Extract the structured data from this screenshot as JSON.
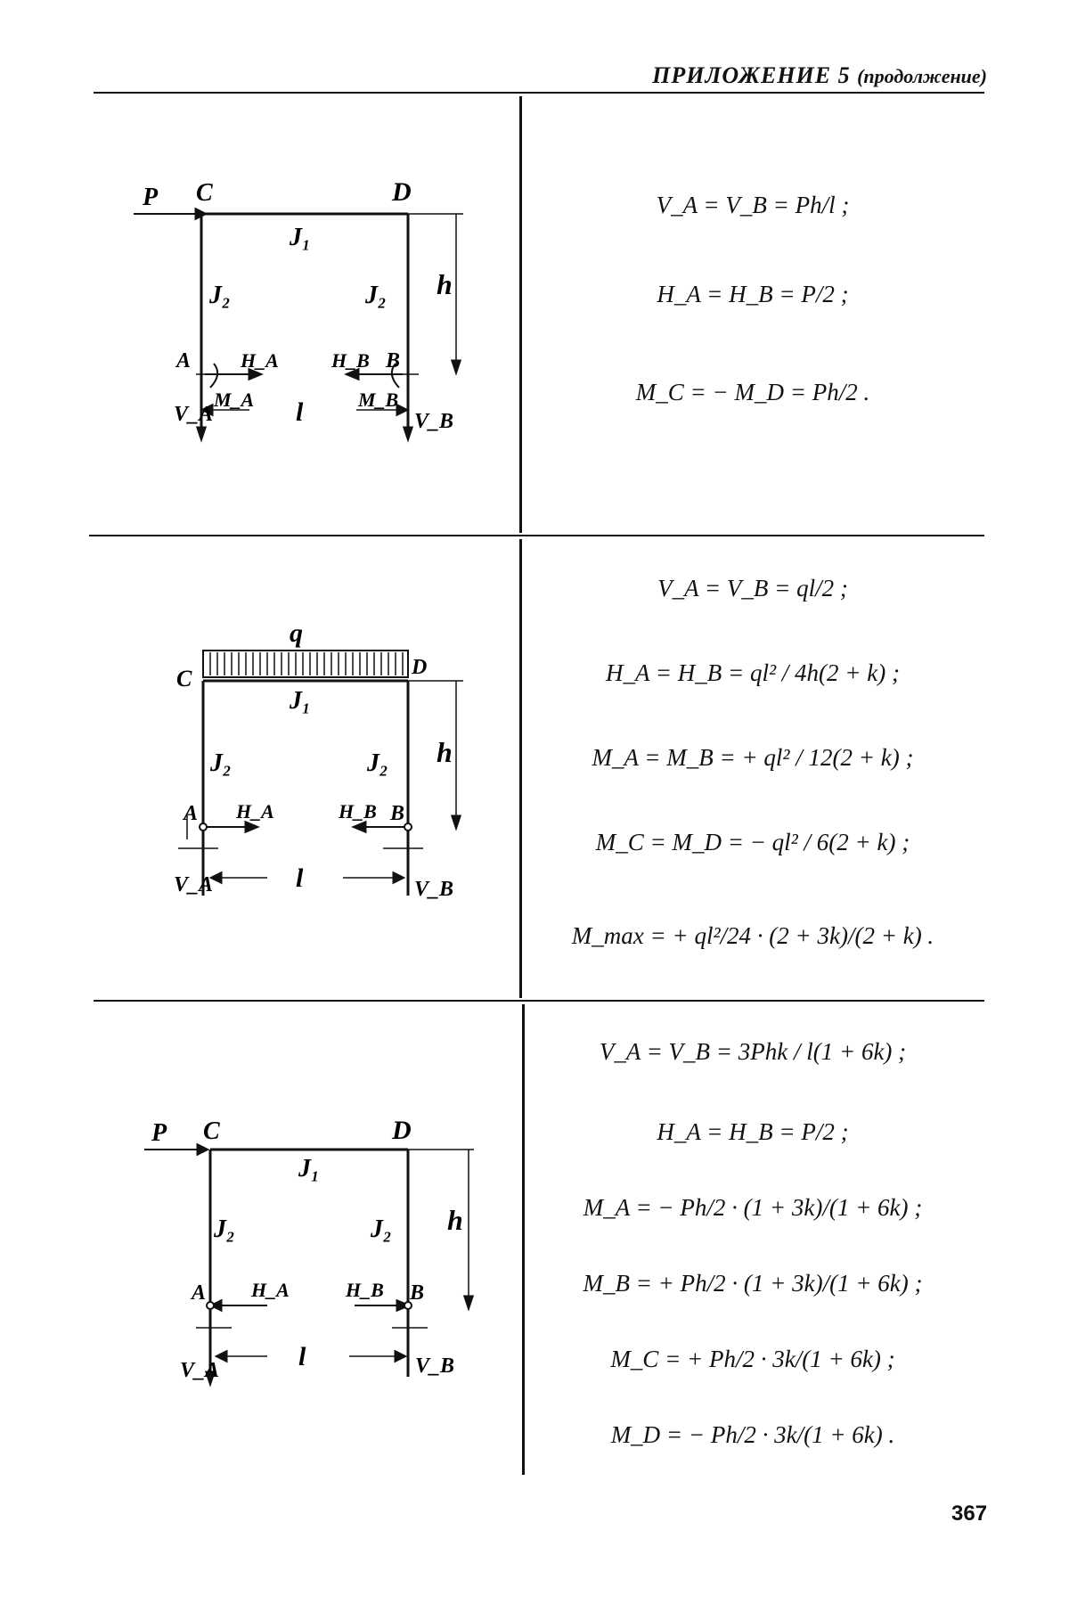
{
  "header": {
    "title": "ПРИЛОЖЕНИЕ 5",
    "subtitle": "(продолжение)"
  },
  "page_number": "367",
  "diagrams": {
    "d1": {
      "P": "P",
      "C": "C",
      "D": "D",
      "J1": "J₁",
      "J2a": "J₂",
      "J2b": "J₂",
      "h": "h",
      "A": "A",
      "B": "B",
      "HA": "H_A",
      "HB": "H_B",
      "MA": "M_A",
      "MB": "M_B",
      "VA": "V_A",
      "VB": "V_B",
      "l": "l"
    },
    "d2": {
      "q": "q",
      "C": "C",
      "D": "D",
      "J1": "J₁",
      "J2a": "J₂",
      "J2b": "J₂",
      "h": "h",
      "A": "A",
      "B": "B",
      "HA": "H_A",
      "HB": "H_B",
      "VA": "V_A",
      "VB": "V_B",
      "l": "l"
    },
    "d3": {
      "P": "P",
      "C": "C",
      "D": "D",
      "J1": "J₁",
      "J2a": "J₂",
      "J2b": "J₂",
      "h": "h",
      "A": "A",
      "B": "B",
      "HA": "H_A",
      "HB": "H_B",
      "VA": "V_A",
      "VB": "V_B",
      "l": "l"
    }
  },
  "formulas": {
    "s1": [
      "V_A = V_B = Ph/l ;",
      "H_A = H_B = P/2 ;",
      "M_C = − M_D = Ph/2 ."
    ],
    "s2": [
      "V_A = V_B = ql/2 ;",
      "H_A = H_B = ql² / 4h(2 + k) ;",
      "M_A = M_B = + ql² / 12(2 + k) ;",
      "M_C = M_D = − ql² / 6(2 + k) ;",
      "M_max = + ql²/24 · (2 + 3k)/(2 + k) ."
    ],
    "s3": [
      "V_A = V_B = 3Phk / l(1 + 6k) ;",
      "H_A = H_B = P/2 ;",
      "M_A = − Ph/2 · (1 + 3k)/(1 + 6k) ;",
      "M_B = + Ph/2 · (1 + 3k)/(1 + 6k) ;",
      "M_C = + Ph/2 · 3k/(1 + 6k) ;",
      "M_D = − Ph/2 · 3k/(1 + 6k) ."
    ]
  }
}
